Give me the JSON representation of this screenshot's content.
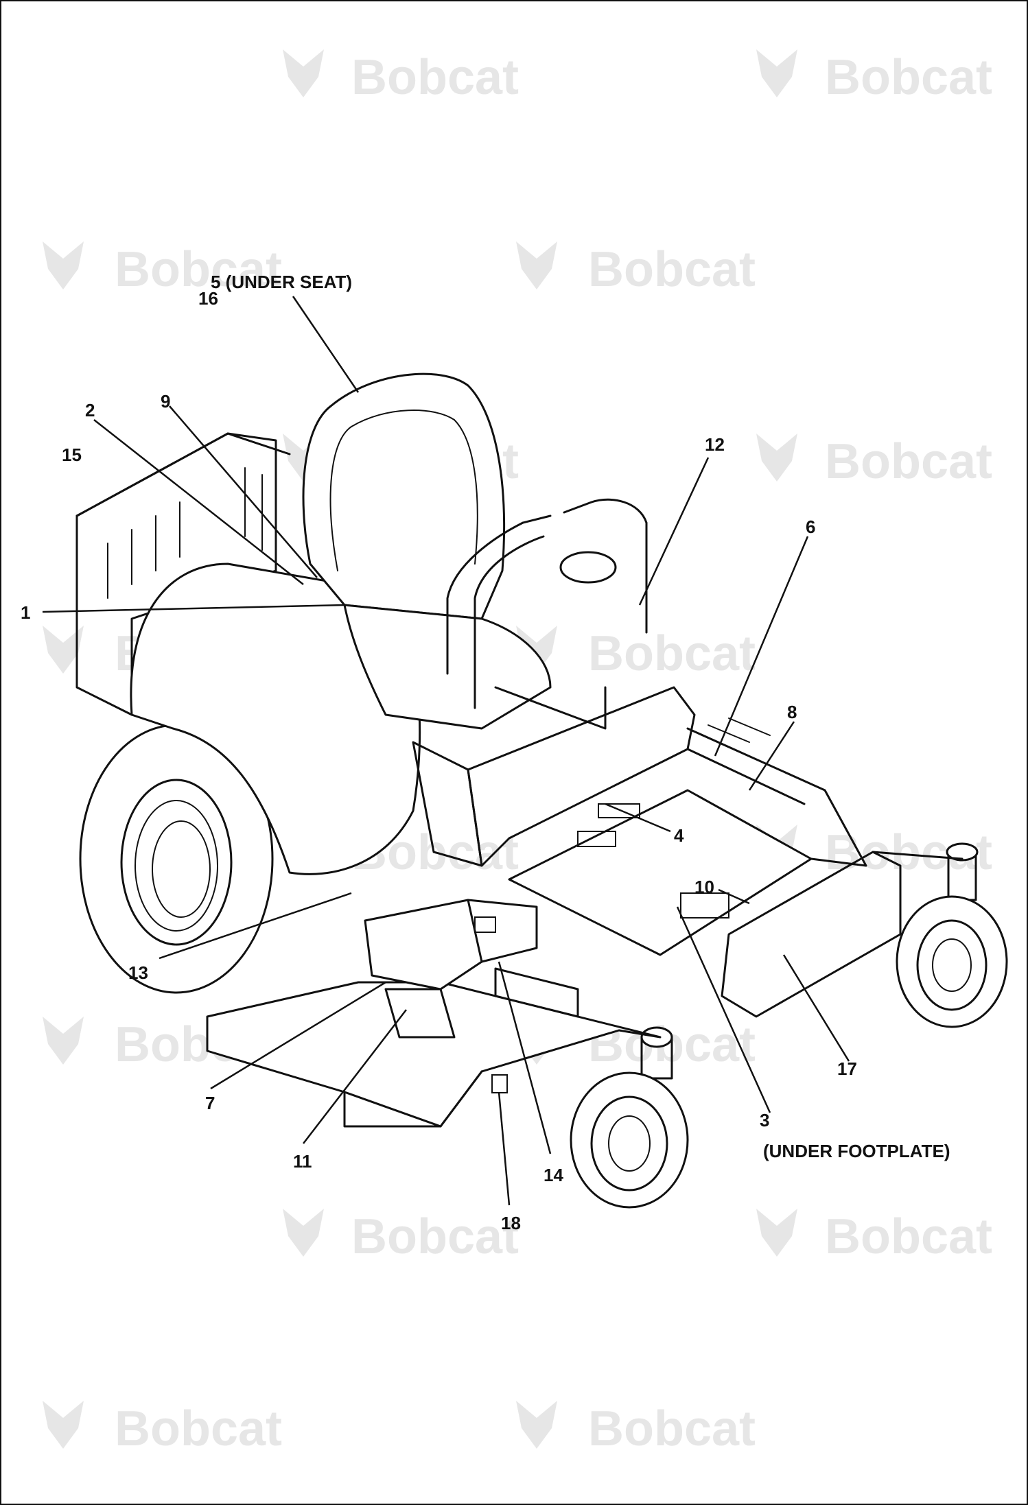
{
  "watermark": {
    "text": "Bobcat",
    "color": "#e6e6e6"
  },
  "callouts": {
    "c1": "1",
    "c2": "2",
    "c3": "3",
    "c3_note": "(UNDER FOOTPLATE)",
    "c4": "4",
    "c5": "5 (UNDER SEAT)",
    "c6": "6",
    "c7": "7",
    "c8": "8",
    "c9": "9",
    "c10": "10",
    "c11": "11",
    "c12": "12",
    "c13": "13",
    "c14": "14",
    "c15": "15",
    "c16": "16",
    "c17": "17",
    "c18": "18"
  },
  "colors": {
    "line": "#111111",
    "background": "#ffffff"
  }
}
